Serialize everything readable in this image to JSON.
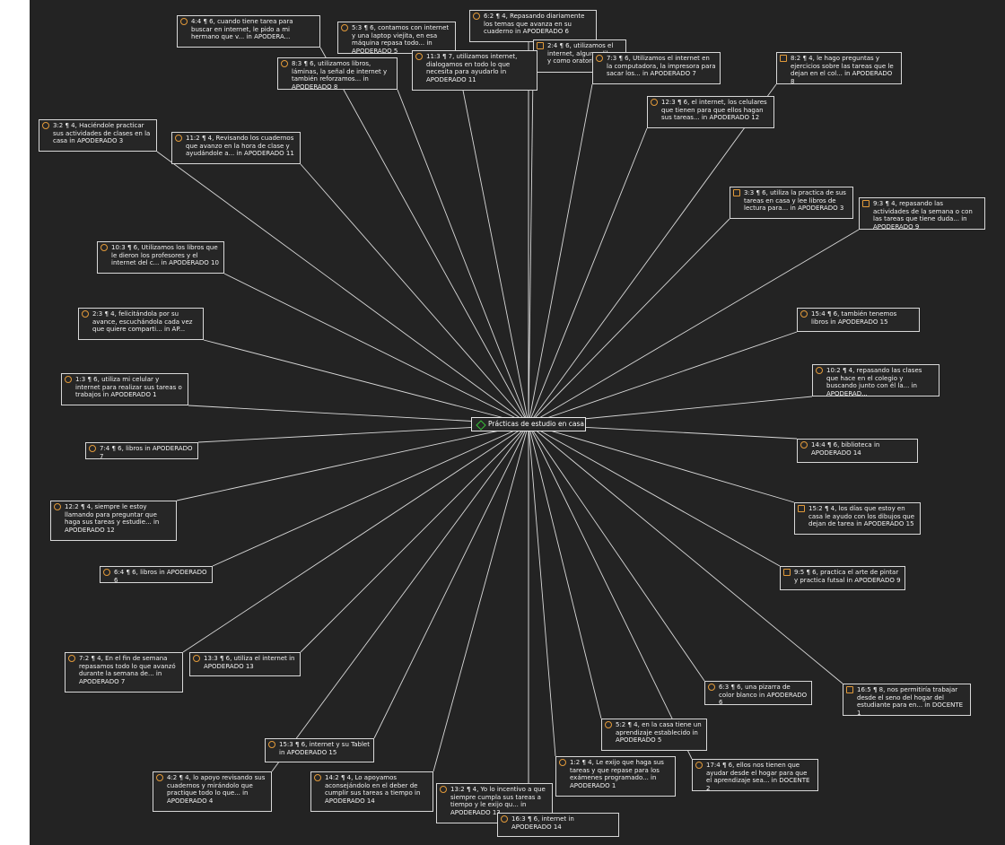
{
  "center_label": "Prácticas de estudio en casa",
  "nodes": [
    {
      "id": "n4_4",
      "text": "4:4 ¶ 6, cuando tiene tarea para buscar en internet, le pido a mi hermano que v... in APODERA..."
    },
    {
      "id": "n5_3",
      "text": "5:3 ¶ 6, contamos con internet y una laptop viejita, en esa máquina repasa todo... in APODERADO 5"
    },
    {
      "id": "n6_2",
      "text": "6:2 ¶ 4, Repasando diariamente los temas que avanza en su cuaderno in APODERADO 6"
    },
    {
      "id": "n2_4",
      "text": "2:4 ¶ 6, utilizamos el internet, algunos libros y como oratori..."
    },
    {
      "id": "n8_3",
      "text": "8:3 ¶ 6, utilizamos libros, láminas, la señal de internet y también reforzamos... in APODERADO 8"
    },
    {
      "id": "n11_3",
      "text": "11:3 ¶ 7, utilizamos internet, dialogamos en todo lo que necesita para ayudarlo in APODERADO 11"
    },
    {
      "id": "n7_3",
      "text": "7:3 ¶ 6, Utilizamos el internet en la computadora, la impresora para sacar los... in APODERADO 7"
    },
    {
      "id": "n8_2",
      "text": "8:2 ¶ 4, le hago preguntas y ejercicios sobre las tareas que le dejan en el col... in APODERADO 8"
    },
    {
      "id": "n3_2",
      "text": "3:2 ¶ 4, Haciéndole practicar sus actividades de clases en la casa in APODERADO 3"
    },
    {
      "id": "n11_2",
      "text": "11:2 ¶ 4, Revisando los cuadernos que avanzo en la hora de clase y ayudándole a... in APODERADO 11"
    },
    {
      "id": "n12_3",
      "text": "12:3 ¶ 6, el internet, los celulares que tienen para que ellos hagan sus tareas... in APODERADO 12"
    },
    {
      "id": "n3_3",
      "text": "3:3 ¶ 6, utiliza la practica de sus tareas en casa y lee libros de lectura para... in APODERADO 3"
    },
    {
      "id": "n9_3",
      "text": "9:3 ¶ 4, repasando las actividades de la semana o con las tareas que tiene duda... in APODERADO 9"
    },
    {
      "id": "n10_3",
      "text": "10:3 ¶ 6, Utilizamos los libros que le dieron los profesores y el internet del c... in APODERADO 10"
    },
    {
      "id": "n2_3",
      "text": "2:3 ¶ 4, felicitándola por su avance, escuchándola cada vez que quiere comparti... in AP..."
    },
    {
      "id": "n15_4",
      "text": "15:4 ¶ 6, también tenemos libros in APODERADO 15"
    },
    {
      "id": "n1_3",
      "text": "1:3 ¶ 6, utiliza mi celular y internet para realizar sus tareas o trabajos in APODERADO 1"
    },
    {
      "id": "n10_2",
      "text": "10:2 ¶ 4, repasando las clases que hace en el colegio y buscando junto con él la... in APODERAD..."
    },
    {
      "id": "n7_4",
      "text": "7:4 ¶ 6, libros in APODERADO 7"
    },
    {
      "id": "n14_4",
      "text": "14:4 ¶ 6, biblioteca in APODERADO 14"
    },
    {
      "id": "n12_2",
      "text": "12:2 ¶ 4, siempre le estoy llamando para preguntar que haga sus tareas y estudie... in APODERADO 12"
    },
    {
      "id": "n15_2",
      "text": "15:2 ¶ 4, los días que estoy en casa le ayudo con los dibujos que dejan de tarea in APODERADO 15"
    },
    {
      "id": "n6_4",
      "text": "6:4 ¶ 6, libros in APODERADO 6"
    },
    {
      "id": "n9_5",
      "text": "9:5 ¶ 6, practica el arte de pintar y practica futsal in APODERADO 9"
    },
    {
      "id": "n7_2",
      "text": "7:2 ¶ 4, En el fin de semana repasamos todo lo que avanzó durante la semana de... in APODERADO 7"
    },
    {
      "id": "n13_3",
      "text": "13:3 ¶ 6, utiliza el internet in APODERADO 13"
    },
    {
      "id": "n6_3",
      "text": "6:3 ¶ 6, una pizarra de color blanco in APODERADO 6"
    },
    {
      "id": "n16_5",
      "text": "16:5 ¶ 8, nos permitiría trabajar desde el seno del hogar del estudiante para en... in DOCENTE 1"
    },
    {
      "id": "n5_2",
      "text": "5:2 ¶ 4, en la casa tiene un aprendizaje establecido in APODERADO 5"
    },
    {
      "id": "n15_3",
      "text": "15:3 ¶ 6, internet y su Tablet in APODERADO 15"
    },
    {
      "id": "n1_2",
      "text": "1:2 ¶ 4, Le exijo que haga sus tareas y que repase para los exámenes programado... in APODERADO 1"
    },
    {
      "id": "n17_4",
      "text": "17:4 ¶ 6, ellos nos tienen que ayudar desde el hogar para que el aprendizaje sea... in DOCENTE 2"
    },
    {
      "id": "n4_2",
      "text": "4:2 ¶ 4, lo apoyo revisando sus cuadernos y mirándolo que practique todo lo que... in APODERADO 4"
    },
    {
      "id": "n14_2",
      "text": "14:2 ¶ 4, Lo apoyamos aconsejándolo en el deber de cumplir sus tareas a tiempo in APODERADO 14"
    },
    {
      "id": "n13_2",
      "text": "13:2 ¶ 4, Yo lo incentivo a que siempre cumpla sus tareas a tiempo y le exijo qu... in APODERADO 13"
    },
    {
      "id": "n16_3",
      "text": "16:3 ¶ 6, internet in APODERADO 14"
    }
  ],
  "colors": {
    "background": "#232323",
    "line": "#d9d9d9",
    "icon": "#e29a3a",
    "center_icon": "#38c238"
  }
}
